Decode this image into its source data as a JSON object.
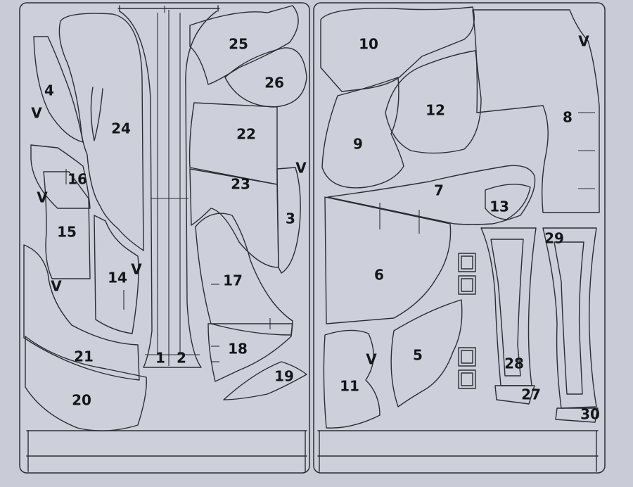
{
  "pieces": [
    {
      "id": "p1",
      "label": "1"
    },
    {
      "id": "p2",
      "label": "2"
    },
    {
      "id": "p3",
      "label": "3"
    },
    {
      "id": "p4",
      "label": "4"
    },
    {
      "id": "p5",
      "label": "5"
    },
    {
      "id": "p6",
      "label": "6"
    },
    {
      "id": "p7",
      "label": "7"
    },
    {
      "id": "p8",
      "label": "8"
    },
    {
      "id": "p9",
      "label": "9"
    },
    {
      "id": "p10",
      "label": "10"
    },
    {
      "id": "p11",
      "label": "11"
    },
    {
      "id": "p12",
      "label": "12"
    },
    {
      "id": "p13",
      "label": "13"
    },
    {
      "id": "p14",
      "label": "14"
    },
    {
      "id": "p15",
      "label": "15"
    },
    {
      "id": "p16",
      "label": "16"
    },
    {
      "id": "p17",
      "label": "17"
    },
    {
      "id": "p18",
      "label": "18"
    },
    {
      "id": "p19",
      "label": "19"
    },
    {
      "id": "p20",
      "label": "20"
    },
    {
      "id": "p21",
      "label": "21"
    },
    {
      "id": "p22",
      "label": "22"
    },
    {
      "id": "p23",
      "label": "23"
    },
    {
      "id": "p24",
      "label": "24"
    },
    {
      "id": "p25",
      "label": "25"
    },
    {
      "id": "p26",
      "label": "26"
    },
    {
      "id": "p27",
      "label": "27"
    },
    {
      "id": "p28",
      "label": "28"
    },
    {
      "id": "p29",
      "label": "29"
    },
    {
      "id": "p30",
      "label": "30"
    }
  ],
  "notch_mark": "V"
}
